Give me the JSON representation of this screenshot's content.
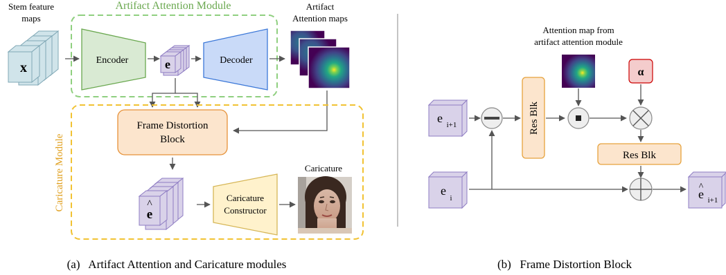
{
  "left": {
    "stem_label": [
      "Stem feature",
      "maps"
    ],
    "stem_symbol": "x",
    "attention_module_title": "Artifact Attention Module",
    "encoder": "Encoder",
    "embedding_symbol": "e",
    "decoder": "Decoder",
    "attention_maps_label": [
      "Artifact",
      "Attention maps"
    ],
    "frame_distortion_block": [
      "Frame Distortion",
      "Block"
    ],
    "caricature_module_title": "Caricature Module",
    "ehat_symbol": "e",
    "ehat_accent": "^",
    "constructor": [
      "Caricature",
      "Constructor"
    ],
    "caricature_label": "Caricature",
    "caption": "(a)   Artifact Attention and Caricature modules"
  },
  "right": {
    "attention_label": [
      "Attention map from",
      "artifact attention module"
    ],
    "e_i1": "e",
    "e_i1_sub": "i+1",
    "e_i": "e",
    "e_i_sub": "i",
    "res_blk_vertical": "Res Blk",
    "res_blk_horizontal": "Res Blk",
    "alpha": "α",
    "dot": "·",
    "out_symbol": "e",
    "out_accent": "^",
    "out_sub": "i+1",
    "caption": "(b)   Frame Distortion Block"
  },
  "colors": {
    "encoder_fill": "#d9ead3",
    "encoder_stroke": "#6aa84f",
    "decoder_fill": "#c9daf8",
    "decoder_stroke": "#3c78d8",
    "module_green": "#8fcf7f",
    "module_orange": "#f1c232",
    "fdb_fill": "#fce5cd",
    "fdb_stroke": "#e69138",
    "constructor_fill": "#fff2cc",
    "constructor_stroke": "#d6b656",
    "cube_fill": "#d9d2e9",
    "cube_stroke": "#8e7cc3",
    "stem_fill": "#d0e4ea",
    "stem_stroke": "#7fa7b5",
    "alpha_fill": "#f4cccc",
    "alpha_stroke": "#cc0000",
    "title_green": "#6aa84f",
    "title_orange": "#e0a020"
  }
}
